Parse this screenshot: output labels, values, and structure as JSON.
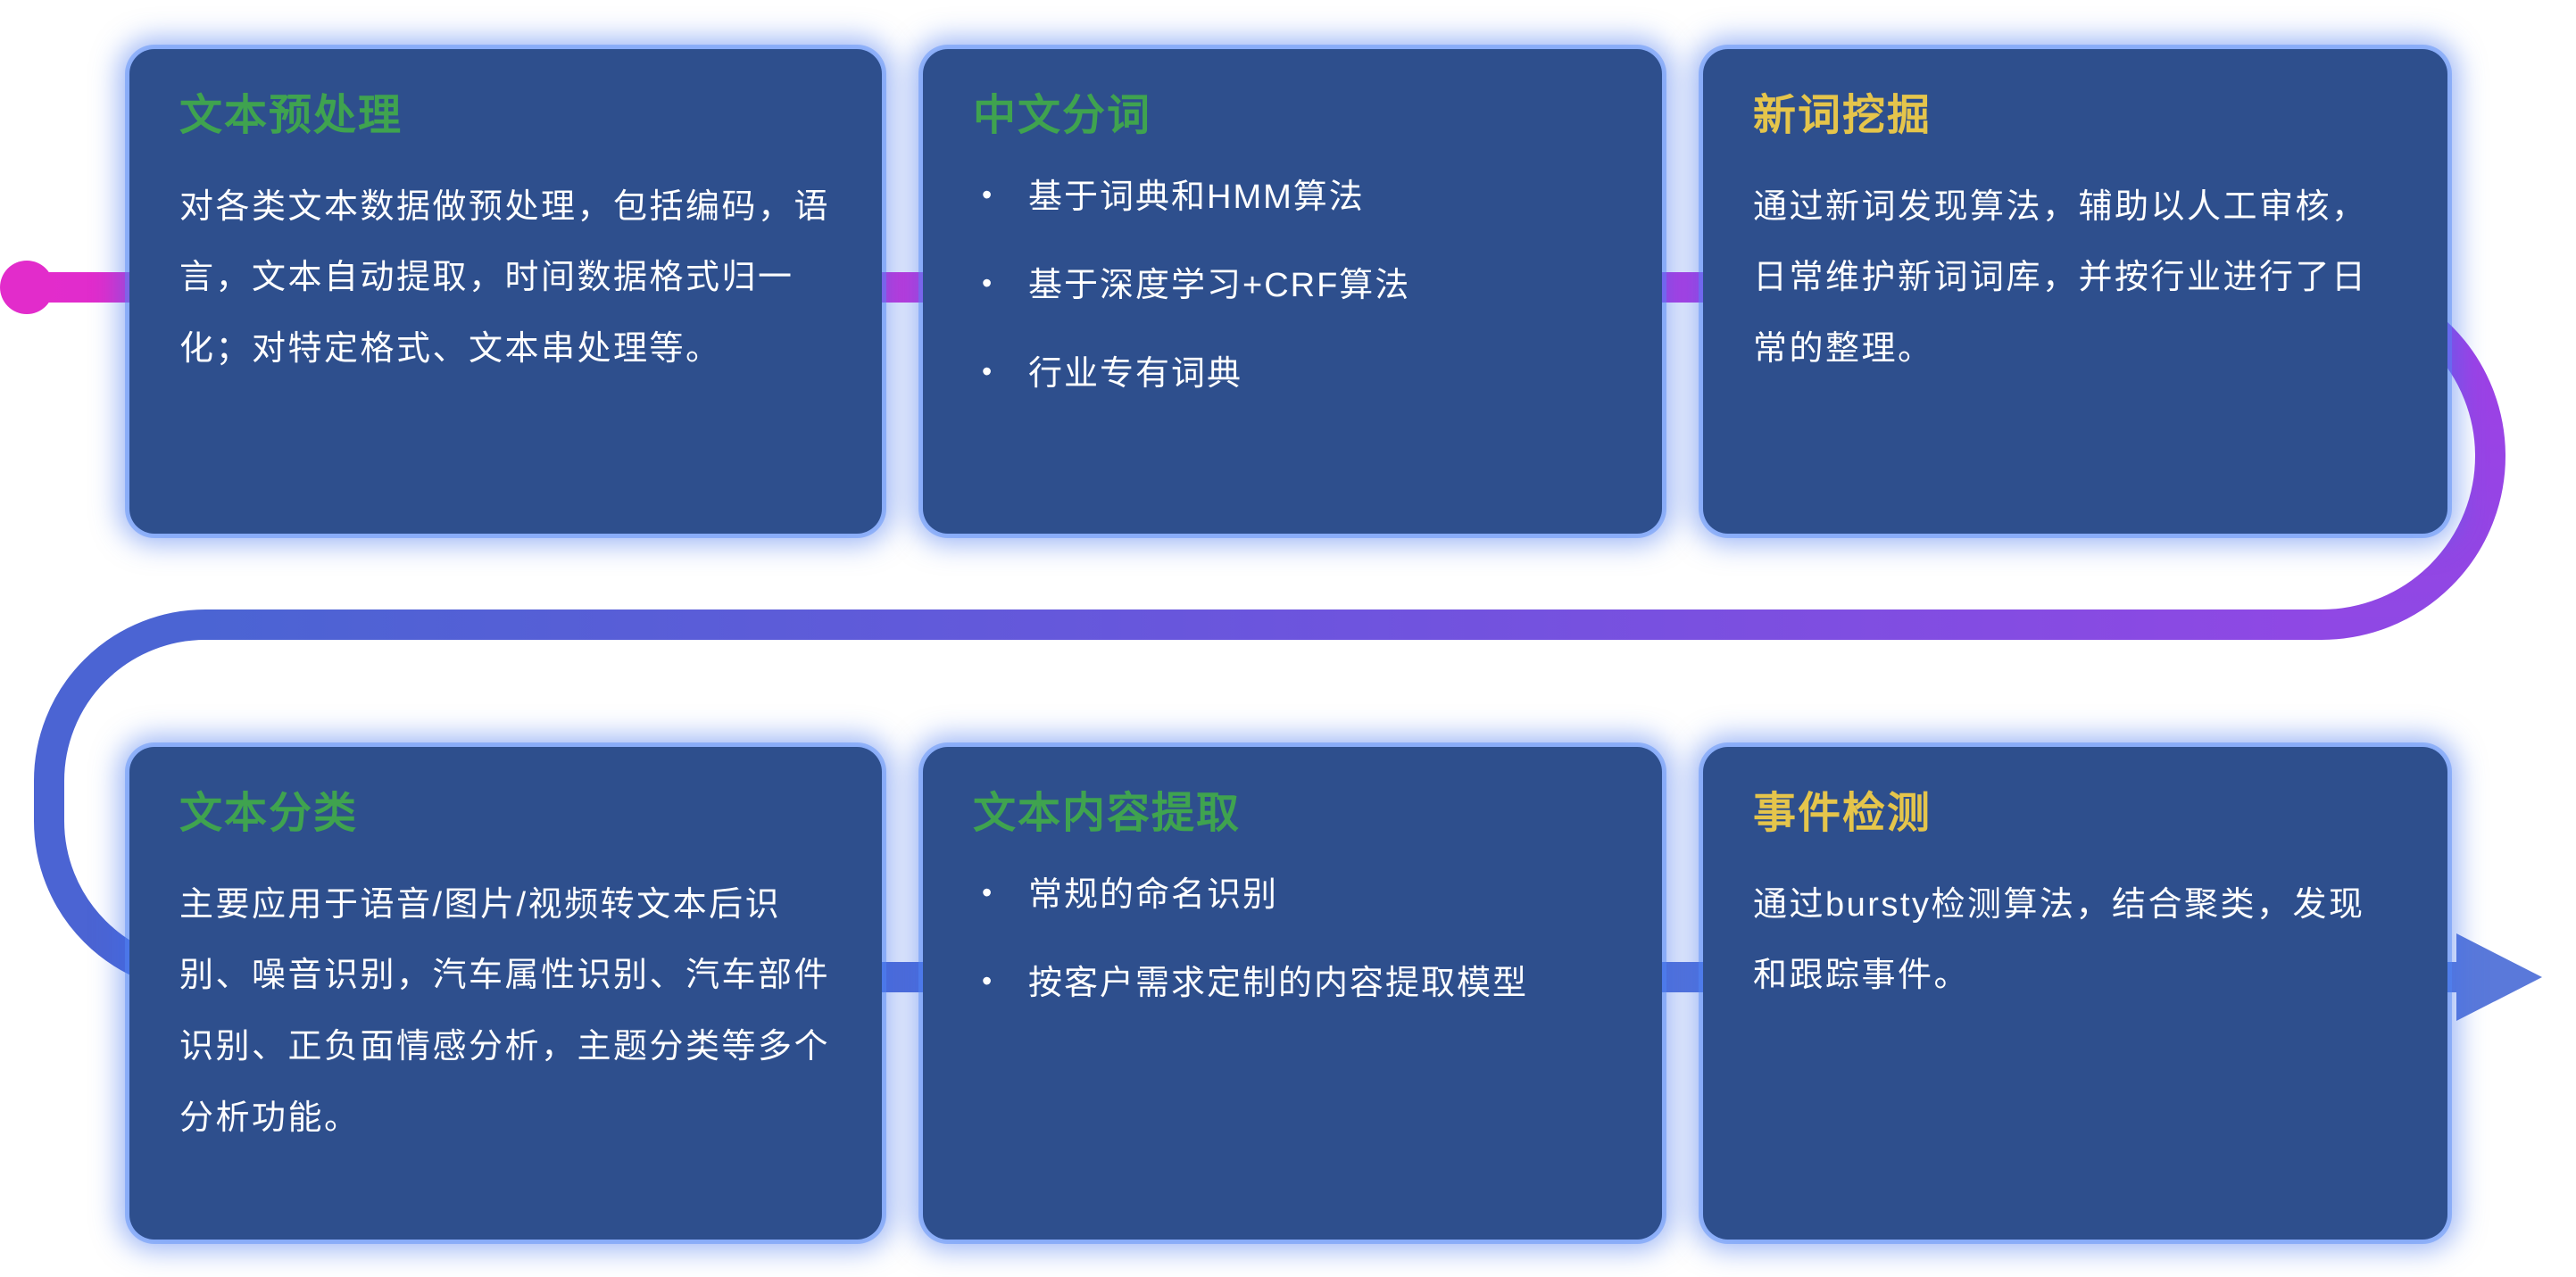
{
  "page": {
    "background": "#ffffff"
  },
  "flow": {
    "description": "S-shaped connector line running behind the cards, left-to-right on top row, back across the middle, left-to-right on bottom row ending in an arrow",
    "colors": {
      "start_magenta": "#e22ccb",
      "purple": "#9b45e4",
      "blue": "#4b64d3",
      "arrow_blue": "#5a79da"
    }
  },
  "cards": [
    {
      "title": "文本预处理",
      "title_color": "#3fa34f",
      "body": "对各类文本数据做预处理，包括编码，语言，文本自动提取，时间数据格式归一化；对特定格式、文本串处理等。",
      "bullets": []
    },
    {
      "title": "中文分词",
      "title_color": "#3fa34f",
      "body": "",
      "bullets": [
        "基于词典和HMM算法",
        "基于深度学习+CRF算法",
        "行业专有词典"
      ]
    },
    {
      "title": "新词挖掘",
      "title_color": "#e5c54b",
      "body": "通过新词发现算法，辅助以人工审核，日常维护新词词库，并按行业进行了日常的整理。",
      "bullets": []
    },
    {
      "title": "文本分类",
      "title_color": "#3fa34f",
      "body": "主要应用于语音/图片/视频转文本后识别、噪音识别，汽车属性识别、汽车部件识别、正负面情感分析，主题分类等多个分析功能。",
      "bullets": []
    },
    {
      "title": "文本内容提取",
      "title_color": "#3fa34f",
      "body": "",
      "bullets": [
        "常规的命名识别",
        "按客户需求定制的内容提取模型"
      ]
    },
    {
      "title": "事件检测",
      "title_color": "#e5c54b",
      "body": "通过bursty检测算法，结合聚类，发现和跟踪事件。",
      "bullets": []
    }
  ]
}
